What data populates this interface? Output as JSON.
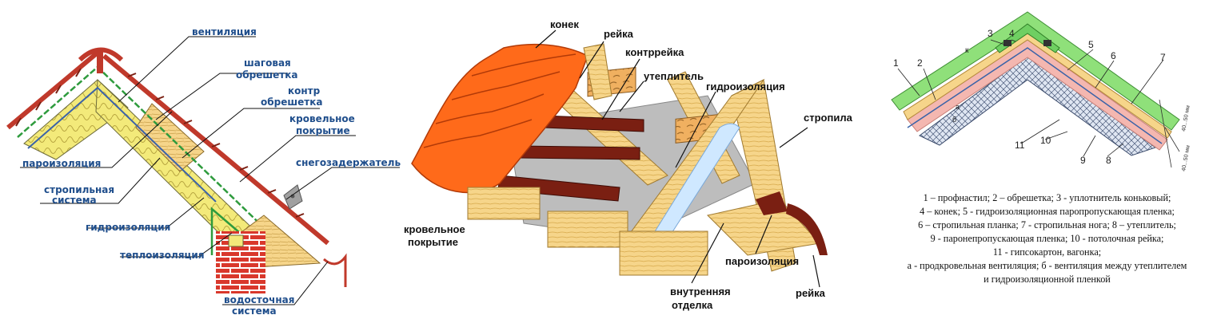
{
  "panel1": {
    "labels": {
      "ventilation": "вентиляция",
      "step_batten_1": "шаговая",
      "step_batten_2": "обрешетка",
      "counter_batten_1": "контр",
      "counter_batten_2": "обрешетка",
      "roofing_1": "кровельное",
      "roofing_2": "покрытие",
      "snow_guard": "снегозадержатель",
      "vapor_barrier": "пароизоляция",
      "rafter_system_1": "стропильная",
      "rafter_system_2": "система",
      "waterproofing": "гидроизоляция",
      "insulation": "теплоизоляция",
      "drainage_1": "водосточная",
      "drainage_2": "система"
    }
  },
  "panel2": {
    "labels": {
      "ridge": "конек",
      "batten": "рейка",
      "counter_batten": "контррейка",
      "insulation": "утеплитель",
      "waterproofing": "гидроизоляция",
      "rafters": "стропила",
      "roofing_1": "кровельное",
      "roofing_2": "покрытие",
      "vapor_barrier": "пароизоляция",
      "interior_1": "внутренняя",
      "interior_2": "отделка",
      "batten_bottom": "рейка"
    }
  },
  "panel3": {
    "numbers": [
      "1",
      "2",
      "3",
      "4",
      "5",
      "6",
      "7",
      "8",
      "9",
      "10",
      "11"
    ],
    "k_label": "к",
    "gap_label_a": "а",
    "gap_label_b": "б",
    "dim_label": "40...50 мм",
    "legend": [
      "1 – профнастил; 2 – обрешетка; 3 - уплотнитель коньковый;",
      "4 – конек; 5 - гидроизоляционная паропропускающая пленка;",
      "6 – стропильная планка; 7 - стропильная нога; 8 – утеплитель;",
      "9 - паронепропускающая пленка; 10 - потолочная рейка;",
      "11 - гипсокартон, вагонка;",
      "а - продкровельная вентиляция; б - вентиляция между утеплителем",
      "и гидроизоляционной пленкой"
    ]
  },
  "colors": {
    "label_blue": "#1f4e8c",
    "roof_red": "#c0392b",
    "tile_orange": "#ff6a1a",
    "insulation_yellow": "#f3ea7a",
    "wood": "#f6d58a",
    "dark_wood": "#7a1f12",
    "brick": "#d9382c",
    "membrane_green": "#8fe07a",
    "membrane_pink": "#f4b7b0"
  }
}
